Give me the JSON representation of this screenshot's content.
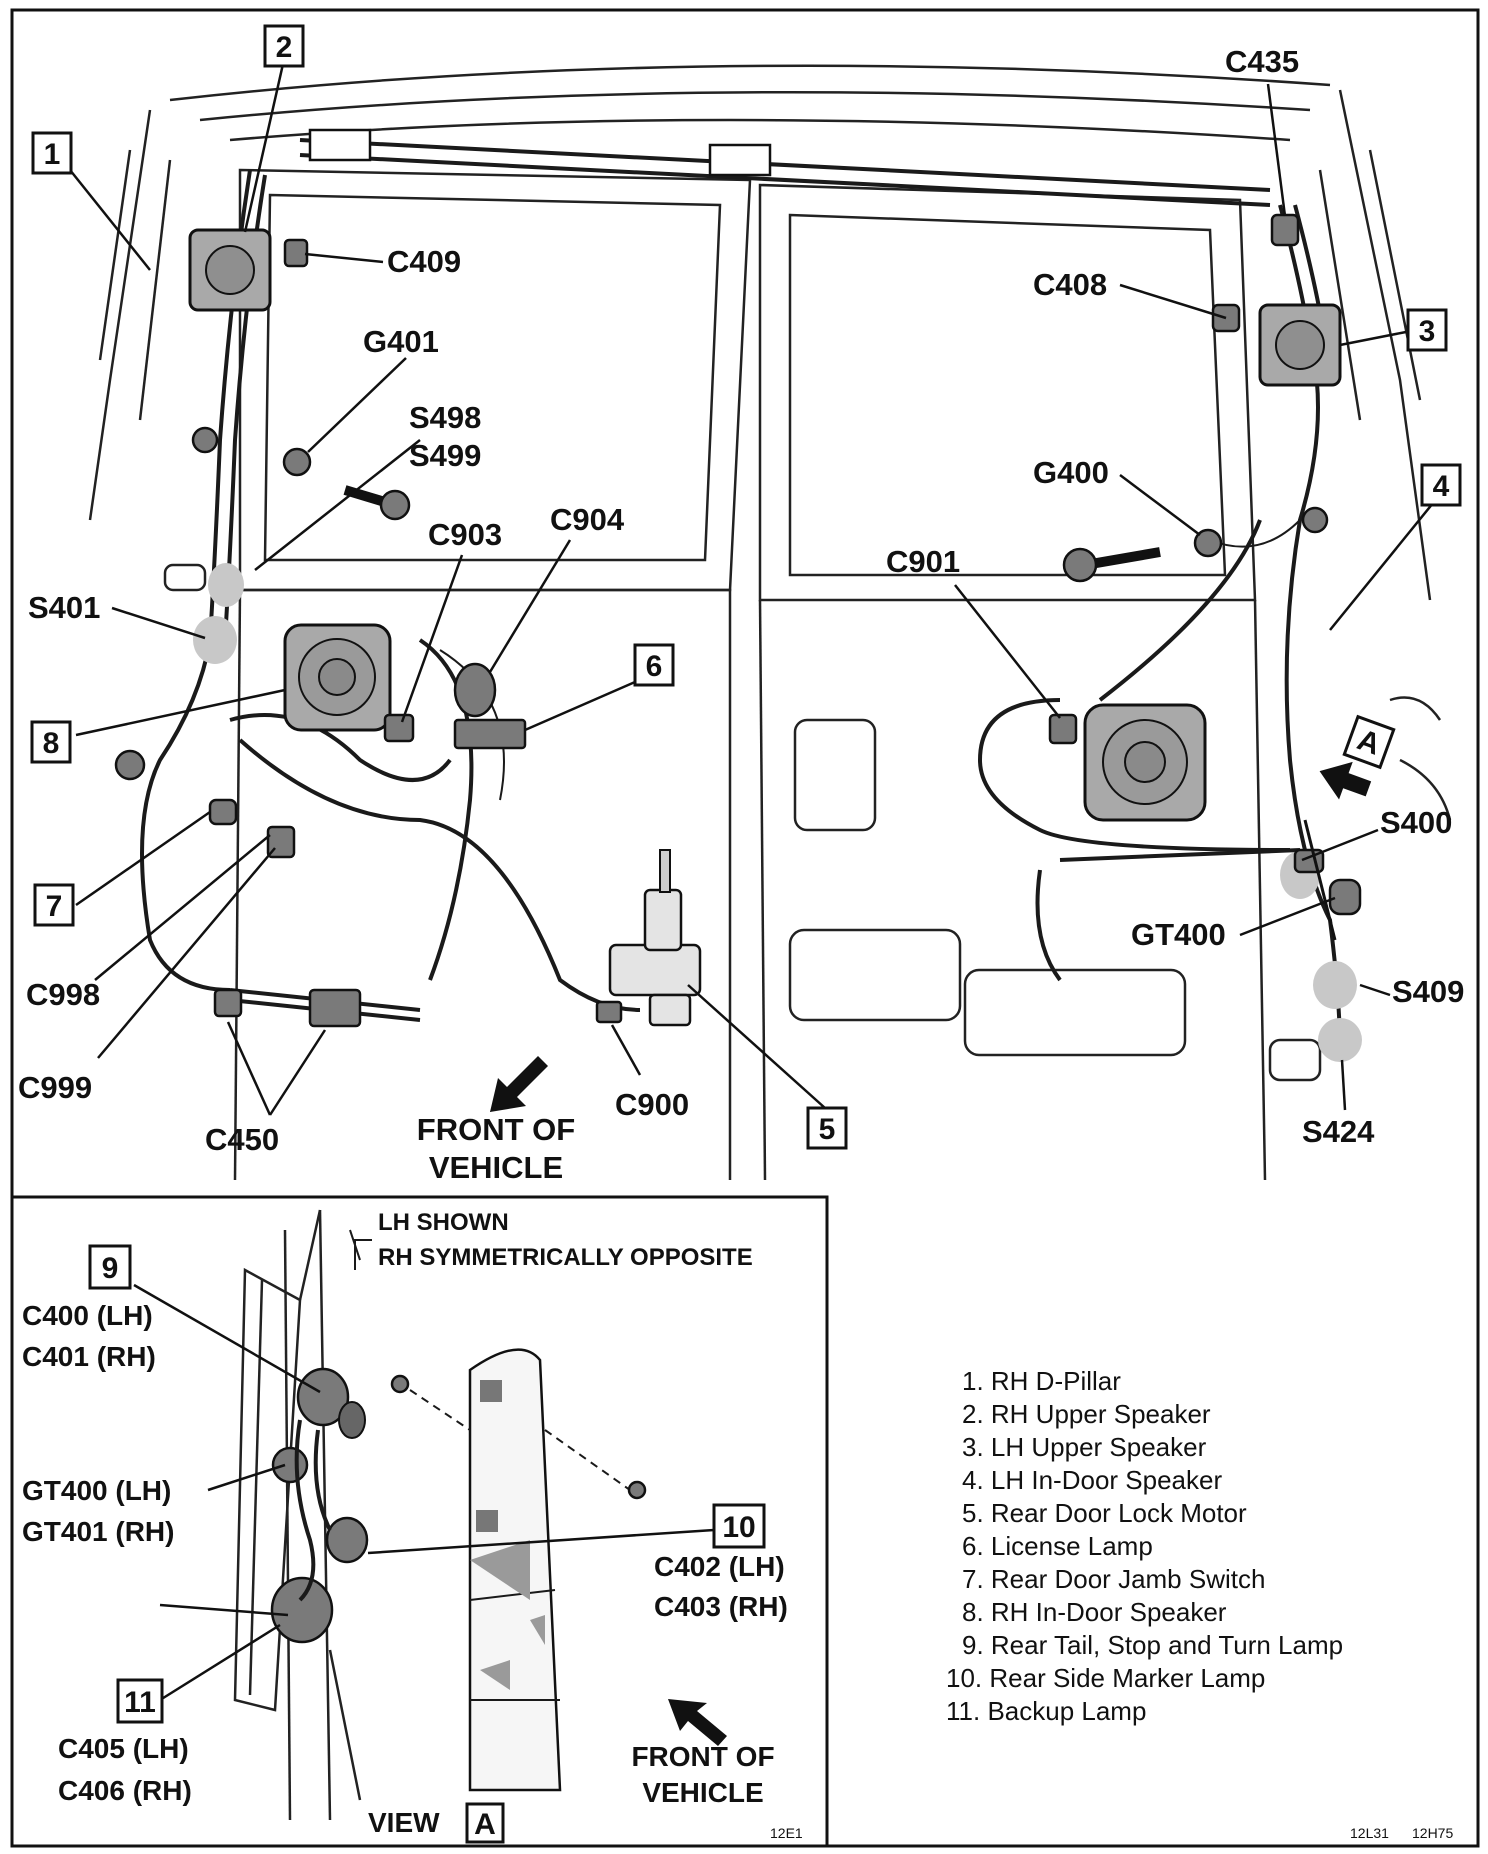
{
  "main_labels": {
    "c435": "C435",
    "c409": "C409",
    "c408": "C408",
    "g401": "G401",
    "s498": "S498",
    "s499": "S499",
    "g400": "G400",
    "c903": "C903",
    "c904": "C904",
    "c901": "C901",
    "s401": "S401",
    "s400": "S400",
    "gt400": "GT400",
    "s409": "S409",
    "s424": "S424",
    "c998": "C998",
    "c999": "C999",
    "c450": "C450",
    "c900": "C900",
    "front_of_vehicle_line1": "FRONT OF",
    "front_of_vehicle_line2": "VEHICLE",
    "view_a_marker": "A"
  },
  "callouts": [
    "1",
    "2",
    "3",
    "4",
    "5",
    "6",
    "7",
    "8",
    "9",
    "10",
    "11"
  ],
  "inset": {
    "lh_shown": "LH SHOWN",
    "rh_opposite": "RH SYMMETRICALLY OPPOSITE",
    "c400": "C400 (LH)",
    "c401": "C401 (RH)",
    "gt400": "GT400 (LH)",
    "gt401": "GT401 (RH)",
    "c402": "C402 (LH)",
    "c403": "C403 (RH)",
    "c405": "C405 (LH)",
    "c406": "C406 (RH)",
    "front_line1": "FRONT OF",
    "front_line2": "VEHICLE",
    "view_label": "VIEW",
    "view_letter": "A",
    "code": "12E1"
  },
  "legend": [
    "1.  RH D-Pillar",
    "2.  RH Upper Speaker",
    "3.  LH Upper Speaker",
    "4.  LH In-Door Speaker",
    "5.  Rear Door Lock Motor",
    "6.  License Lamp",
    "7.  Rear Door Jamb Switch",
    "8.  RH In-Door Speaker",
    "9.  Rear Tail, Stop and Turn Lamp",
    "10.  Rear Side Marker Lamp",
    "11.  Backup Lamp"
  ],
  "footer": {
    "code1": "12L31",
    "code2": "12H75"
  }
}
